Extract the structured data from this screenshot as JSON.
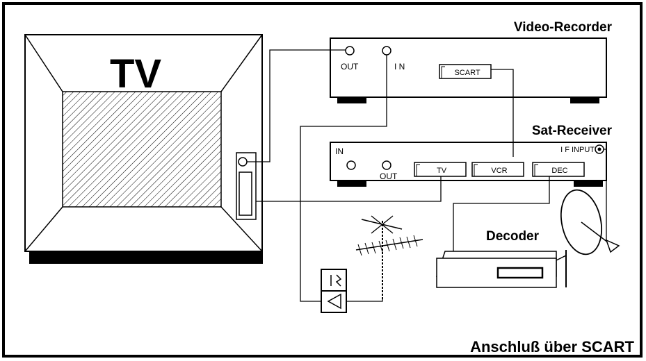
{
  "tv": {
    "label": "TV"
  },
  "video_recorder": {
    "title": "Video-Recorder",
    "out_label": "OUT",
    "in_label": "I N",
    "scart_label": "SCART"
  },
  "sat_receiver": {
    "title": "Sat-Receiver",
    "in_label": "IN",
    "out_label": "OUT",
    "if_input_label": "I F INPUT",
    "tv_label": "TV",
    "vcr_label": "VCR",
    "dec_label": "DEC"
  },
  "decoder": {
    "title": "Decoder"
  },
  "caption": "Anschluß über SCART",
  "colors": {
    "line": "#000000",
    "background": "#ffffff"
  }
}
